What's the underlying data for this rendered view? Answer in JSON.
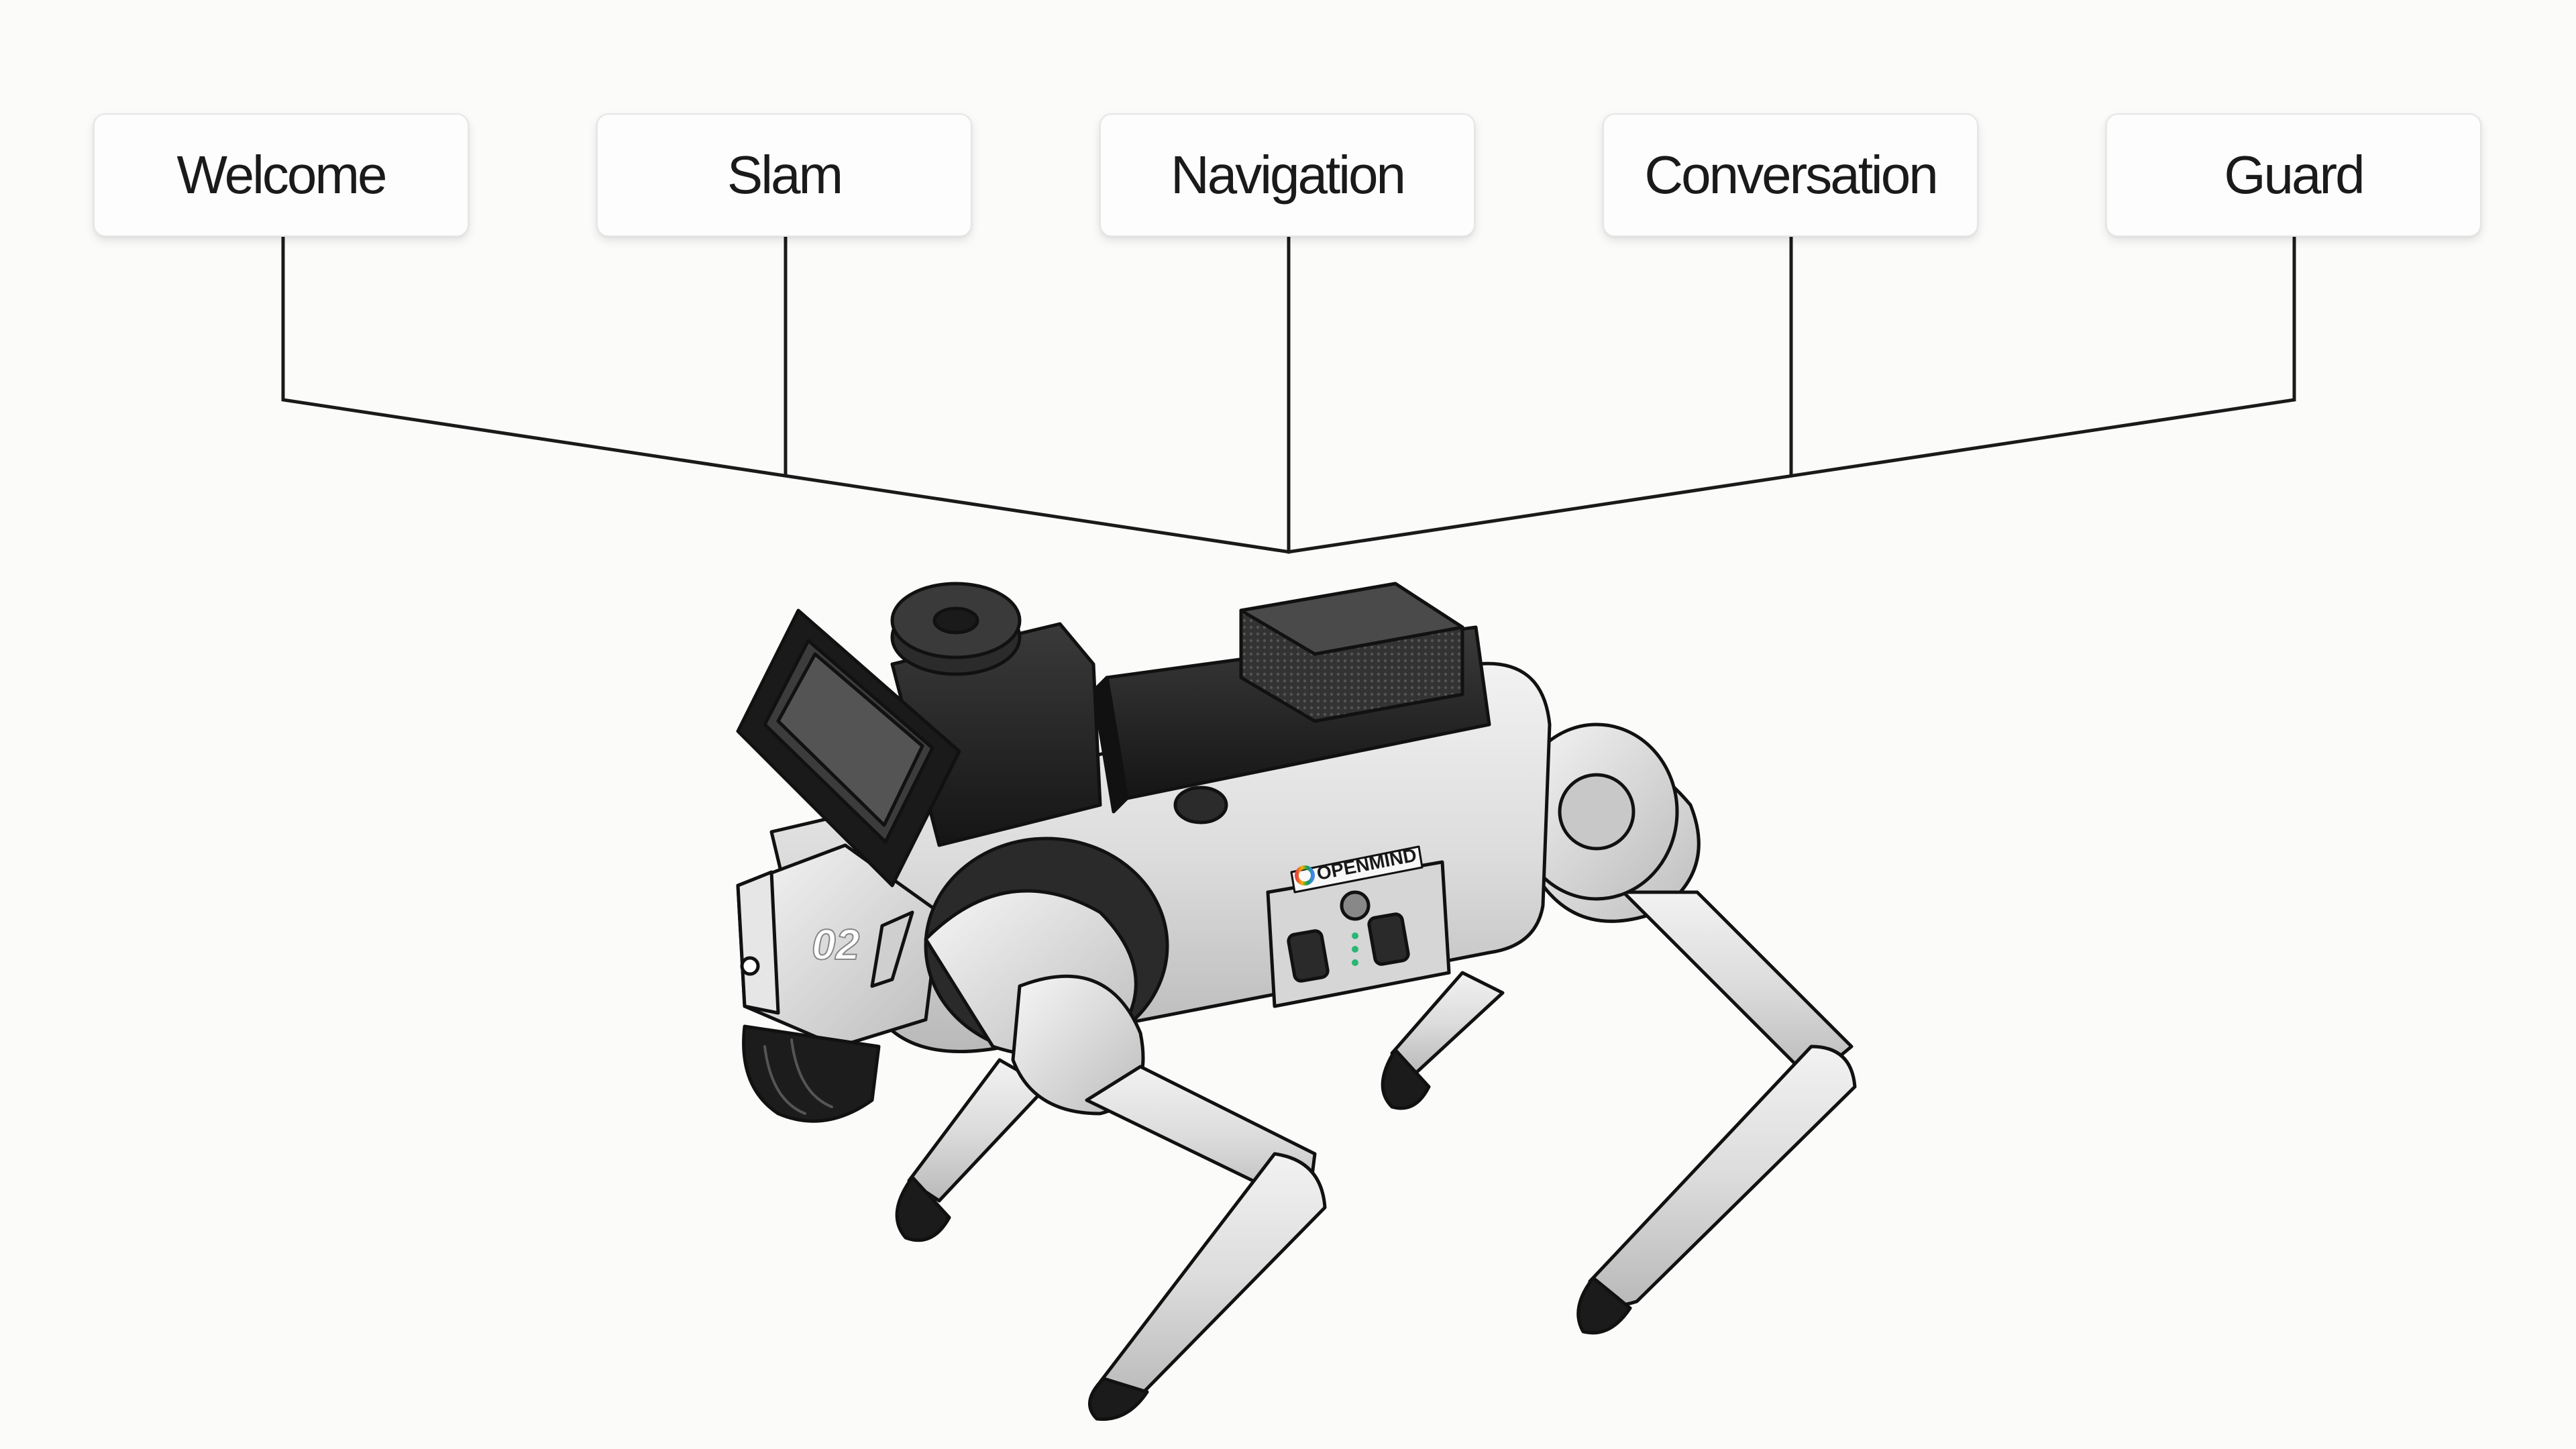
{
  "modes": [
    {
      "label": "Welcome"
    },
    {
      "label": "Slam"
    },
    {
      "label": "Navigation"
    },
    {
      "label": "Conversation"
    },
    {
      "label": "Guard"
    }
  ],
  "robot": {
    "brand": "OPENMIND",
    "unit_number": "02"
  },
  "colors": {
    "background": "#fbfbfa",
    "line": "#1a1a1a",
    "box_border": "#e6e6e6",
    "robot_body": "#e4e4e4",
    "robot_dark": "#1d1d1d"
  }
}
